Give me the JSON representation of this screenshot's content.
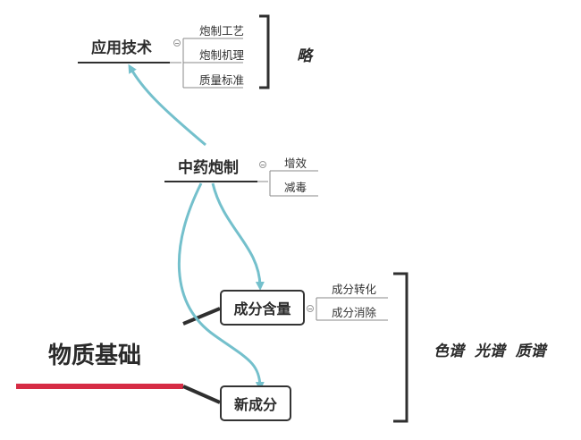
{
  "root": {
    "label": "物质基础"
  },
  "topics": {
    "applied_tech": {
      "label": "应用技术",
      "children": [
        "炮制工艺",
        "炮制机理",
        "质量标准"
      ],
      "note": "略"
    },
    "processing": {
      "label": "中药炮制",
      "children": [
        "增效",
        "减毒"
      ]
    },
    "content": {
      "label": "成分含量",
      "children": [
        "成分转化",
        "成分消除"
      ]
    },
    "new_component": {
      "label": "新成分"
    }
  },
  "bracket_note": "色谱  光谱  质谱",
  "colors": {
    "arrow": "#74c0cc",
    "root_line": "#d62c45",
    "line": "#2f2f2f",
    "leaf_line": "#8a8a8a"
  }
}
